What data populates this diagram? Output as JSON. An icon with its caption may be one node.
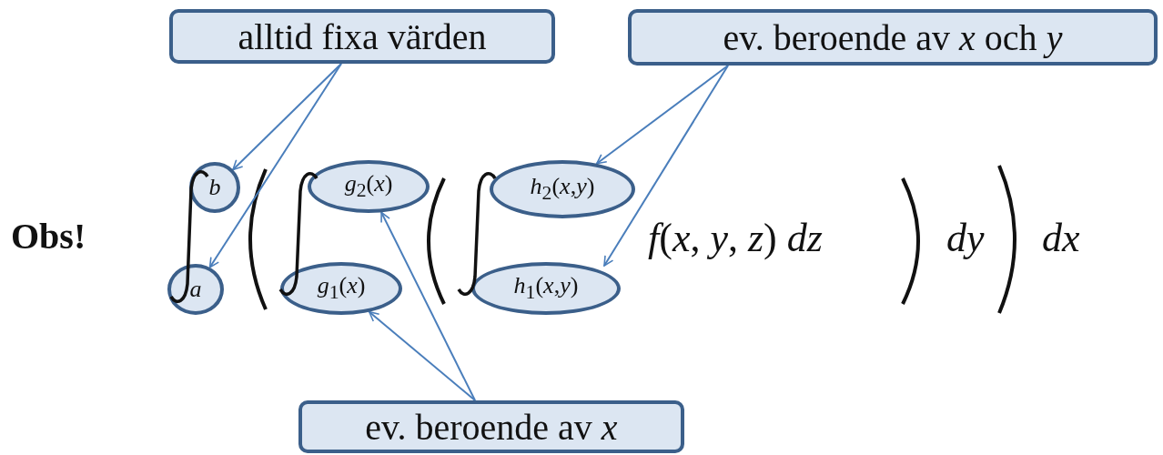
{
  "diagram": {
    "nodes": [
      {
        "text": [
          "alltid fixa värden"
        ]
      },
      {
        "text": [
          "ev. beroende av *x* och *y*"
        ]
      },
      {
        "text": [
          "*b*"
        ]
      },
      {
        "text": [
          "*a*"
        ]
      },
      {
        "text": [
          "*g*$_{2}$(*x*)"
        ]
      },
      {
        "text": [
          "*g*$_{1}$(*x*)"
        ]
      },
      {
        "text": [
          "*h*$_{2}$(*x*,*y*)"
        ]
      },
      {
        "text": [
          "*h*$_{1}$(*x*,*y*)"
        ]
      },
      {
        "text": [
          "ev. beroende av *x*"
        ]
      }
    ],
    "edges": [
      {
        "from": 0,
        "to": 2,
        "arrow": "to"
      },
      {
        "from": 0,
        "to": 3,
        "arrow": "to"
      },
      {
        "from": 1,
        "to": 6,
        "arrow": "to"
      },
      {
        "from": 1,
        "to": 7,
        "arrow": "to"
      },
      {
        "from": 8,
        "to": 4,
        "arrow": "to"
      },
      {
        "from": 8,
        "to": 5,
        "arrow": "to"
      }
    ],
    "labels": [
      "Obs!",
      "*f*(*x*, *y*, *z*) *dz*",
      "*dy*",
      "*dx*"
    ]
  }
}
